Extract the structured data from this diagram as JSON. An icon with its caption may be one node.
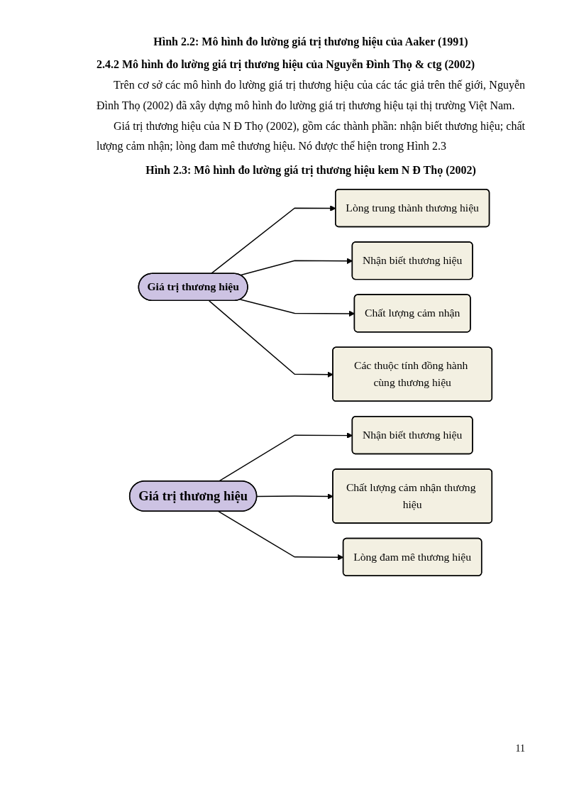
{
  "diagram": {
    "nodes": [
      {
        "text": [
          "Giá trị thương hiệu"
        ]
      },
      {
        "text": [
          "Lòng trung thành thương hiệu"
        ]
      },
      {
        "text": [
          "Nhận biết thương hiệu"
        ]
      },
      {
        "text": [
          "Chất lượng cảm nhận"
        ]
      },
      {
        "text": [
          "Các thuộc tính đồng hành cùng thương hiệu"
        ]
      },
      {
        "text": [
          "Giá trị thương hiệu"
        ]
      },
      {
        "text": [
          "Nhận biết thương hiệu"
        ]
      },
      {
        "text": [
          "Chất lượng cảm nhận thương hiệu"
        ]
      },
      {
        "text": [
          "Lòng đam mê thương hiệu"
        ]
      }
    ],
    "edges": [
      {
        "from": 0,
        "to": 1,
        "arrow": "to"
      },
      {
        "from": 0,
        "to": 2,
        "arrow": "to"
      },
      {
        "from": 0,
        "to": 3,
        "arrow": "to"
      },
      {
        "from": 0,
        "to": 4,
        "arrow": "to"
      },
      {
        "from": 5,
        "to": 6,
        "arrow": "to"
      },
      {
        "from": 5,
        "to": 7,
        "arrow": "to"
      },
      {
        "from": 5,
        "to": 8,
        "arrow": "to"
      }
    ],
    "labels": [
      "Hình 2.2: Mô hình đo lường giá trị thương hiệu của Aaker (1991)",
      "2.4.2 Mô hình đo lường giá trị thương hiệu của Nguyễn Đình Thọ & ctg (2002)",
      "Trên cơ sở các mô hình đo lường giá trị thương hiệu của các tác giả trên thế giới, Nguyễn Đình Thọ (2002) đã xây dựng mô hình đo lường giá trị thương hiệu tại thị trường Việt Nam.",
      "Giá trị thương hiệu của N Đ Thọ (2002), gồm các thành phần: nhận biết thương hiệu; chất lượng cảm nhận; lòng đam mê thương hiệu. Nó được thể hiện trong Hình 2.3",
      "Hình 2.3: Mô hình đo lường giá trị thương hiệu kem N Đ Thọ (2002)",
      "11"
    ]
  }
}
